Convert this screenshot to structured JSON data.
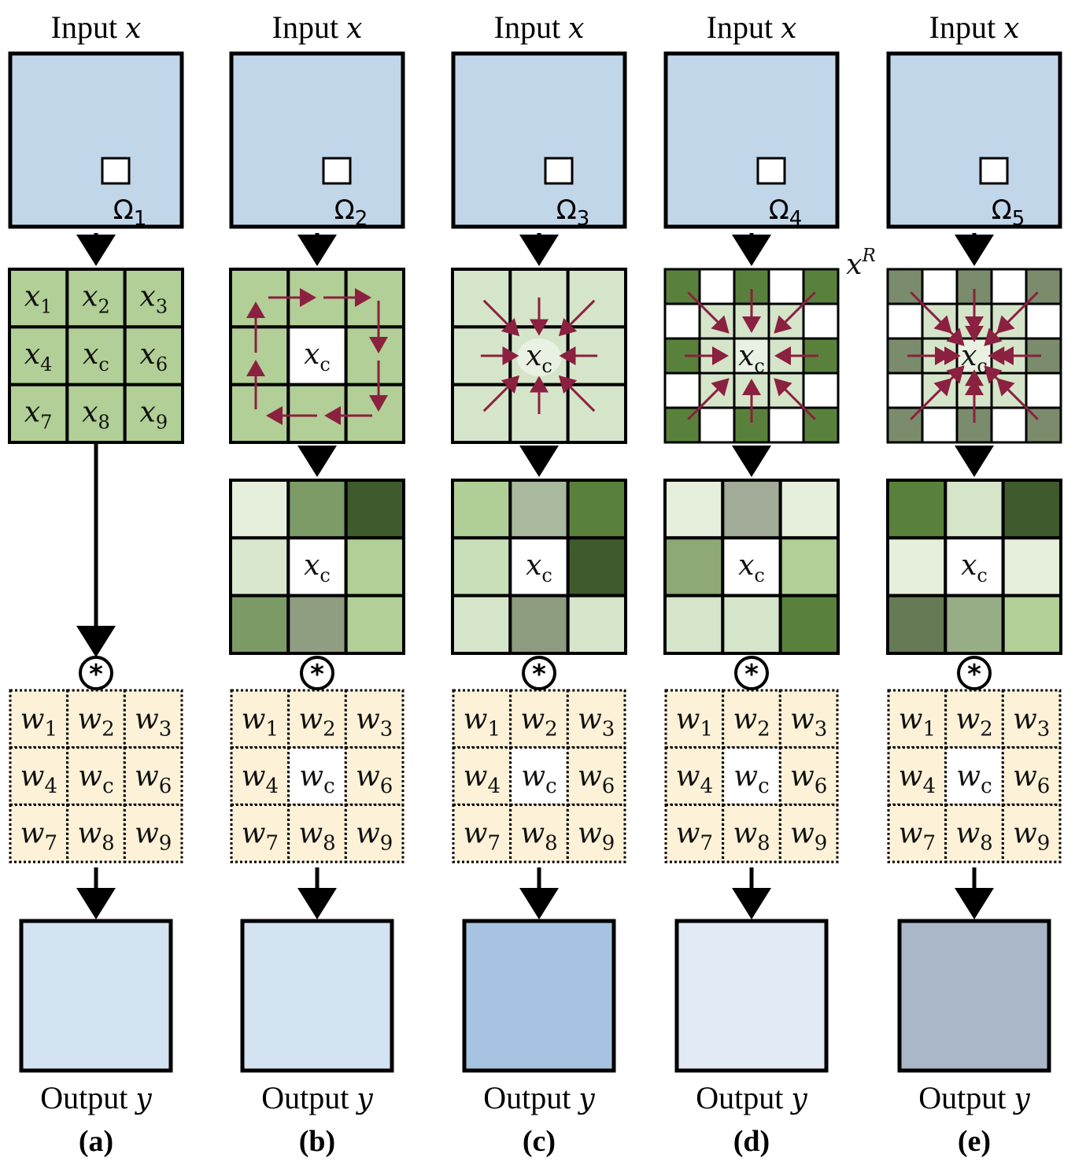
{
  "colors": {
    "input_fill": "#c2d6ea",
    "accent_red": "#b22222",
    "arrow_red": "#8b2040",
    "kernel_fill": "#fdf2d8"
  },
  "columns": [
    {
      "caption": "(a)",
      "input_label": "Input x",
      "omega": "Ω1",
      "neighbor_labels": [
        "x1",
        "x2",
        "x3",
        "x4",
        "xc",
        "x6",
        "x7",
        "x8",
        "x9"
      ],
      "output_label": "Output y",
      "output_fill": "#d3e3f2"
    },
    {
      "caption": "(b)",
      "input_label": "Input x",
      "omega": "Ω2",
      "center_label": "xc",
      "weighted_fills": [
        "#e6efdb",
        "#7d9b67",
        "#3f5a2c",
        "#dae7cf",
        "#ffffff",
        "#b1cf96",
        "#7c9a66",
        "#8f9d80",
        "#b1cf96"
      ],
      "output_label": "Output y",
      "output_fill": "#d3e3f2"
    },
    {
      "caption": "(c)",
      "input_label": "Input x",
      "omega": "Ω3",
      "center_label": "xc",
      "weighted_fills": [
        "#b0cf96",
        "#a9b99d",
        "#5a813c",
        "#c8dfba",
        "#ffffff",
        "#3f5a2c",
        "#d5e5c9",
        "#8d9b7f",
        "#d5e5c9"
      ],
      "output_label": "Output y",
      "output_fill": "#a6c3e1"
    },
    {
      "caption": "(d)",
      "input_label": "Input x",
      "omega": "Ω4",
      "center_label": "xc",
      "weighted_fills": [
        "#e5efdb",
        "#a2ac98",
        "#e5efdb",
        "#8ea876",
        "#ffffff",
        "#b1cf96",
        "#d5e5c9",
        "#d5e5c9",
        "#5a813c"
      ],
      "output_label": "Output y",
      "output_fill": "#e1eaf5"
    },
    {
      "caption": "(e)",
      "input_label": "Input x",
      "omega": "Ω5",
      "xr_label": "xR",
      "center_label": "xc",
      "weighted_fills": [
        "#5a813c",
        "#d5e5c9",
        "#3f5a2c",
        "#e5efdb",
        "#ffffff",
        "#e5efdb",
        "#667a55",
        "#98ae86",
        "#b1cf96"
      ],
      "output_label": "Output y",
      "output_fill": "#a9b7c8"
    }
  ],
  "kernel_labels": [
    "w1",
    "w2",
    "w3",
    "w4",
    "wc",
    "w6",
    "w7",
    "w8",
    "w9"
  ],
  "conv_symbol": "*"
}
